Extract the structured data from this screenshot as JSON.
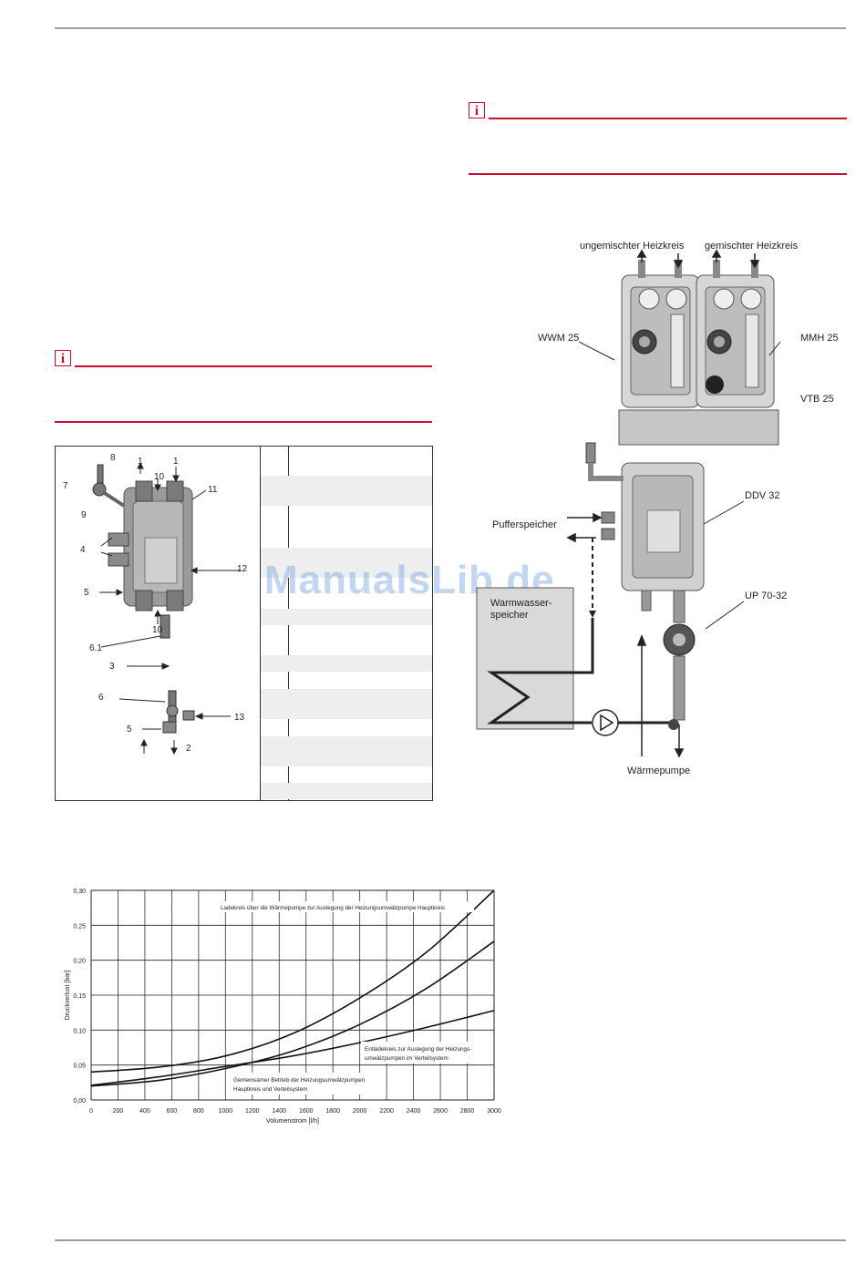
{
  "info_icon_glyph": "i",
  "colors": {
    "accent_red": "#c8102e",
    "rule_gray": "#9b9b9b",
    "watermark_blue": "#78a5e1"
  },
  "watermark": "ManualsLib.de",
  "module_figure": {
    "callouts": [
      "8",
      "1",
      "1",
      "7",
      "10",
      "11",
      "9",
      "4",
      "12",
      "5",
      "10",
      "6.1",
      "3",
      "6",
      "13",
      "5",
      "2"
    ]
  },
  "system_diagram": {
    "labels": {
      "unmixed": "ungemischter Heizkreis",
      "mixed": "gemischter Heizkreis",
      "wwm": "WWM 25",
      "mmh": "MMH 25",
      "vtb": "VTB 25",
      "ddv": "DDV 32",
      "buffer": "Pufferspeicher",
      "dhw_line1": "Warmwasser-",
      "dhw_line2": "speicher",
      "up": "UP 70-32",
      "heatpump": "Wärmepumpe"
    }
  },
  "chart_data": {
    "type": "line",
    "xlabel": "Volumenstrom [l/h]",
    "ylabel": "Druckverlust [bar]",
    "xlim": [
      0,
      3000
    ],
    "ylim": [
      0,
      0.3
    ],
    "x_ticks": [
      "0",
      "200",
      "400",
      "600",
      "800",
      "1000",
      "1200",
      "1400",
      "1600",
      "1800",
      "2000",
      "2200",
      "2400",
      "2600",
      "2800",
      "3000"
    ],
    "y_ticks": [
      "0,00",
      "0,05",
      "0,10",
      "0,15",
      "0,20",
      "0,25",
      "0,30"
    ],
    "grid": true,
    "annotations": {
      "top": "Ladekreis über die Wärmepumpe zur Auslegung der Heizungsumwälzpumpe Hauptkreis",
      "right_line1": "Entladekreis zur Auslegung der Heizungs-",
      "right_line2": "umwälzpumpen im Verteilsystem",
      "left_line1": "Gemeinsamer Betrieb der Heizungsumwälzpumpen",
      "left_line2": "Hauptkreis und Verteilsystem"
    },
    "series": [
      {
        "x": [
          0,
          500,
          1000,
          1500,
          2000,
          2500,
          3000
        ],
        "y": [
          0.02,
          0.028,
          0.045,
          0.07,
          0.108,
          0.16,
          0.227
        ]
      },
      {
        "x": [
          0,
          500,
          1000,
          1500,
          2000,
          2500,
          3000
        ],
        "y": [
          0.04,
          0.047,
          0.063,
          0.095,
          0.146,
          0.212,
          0.3
        ]
      },
      {
        "x": [
          0,
          500,
          1000,
          1500,
          2000,
          2500,
          3000
        ],
        "y": [
          0.021,
          0.033,
          0.048,
          0.063,
          0.082,
          0.104,
          0.128
        ]
      }
    ]
  }
}
